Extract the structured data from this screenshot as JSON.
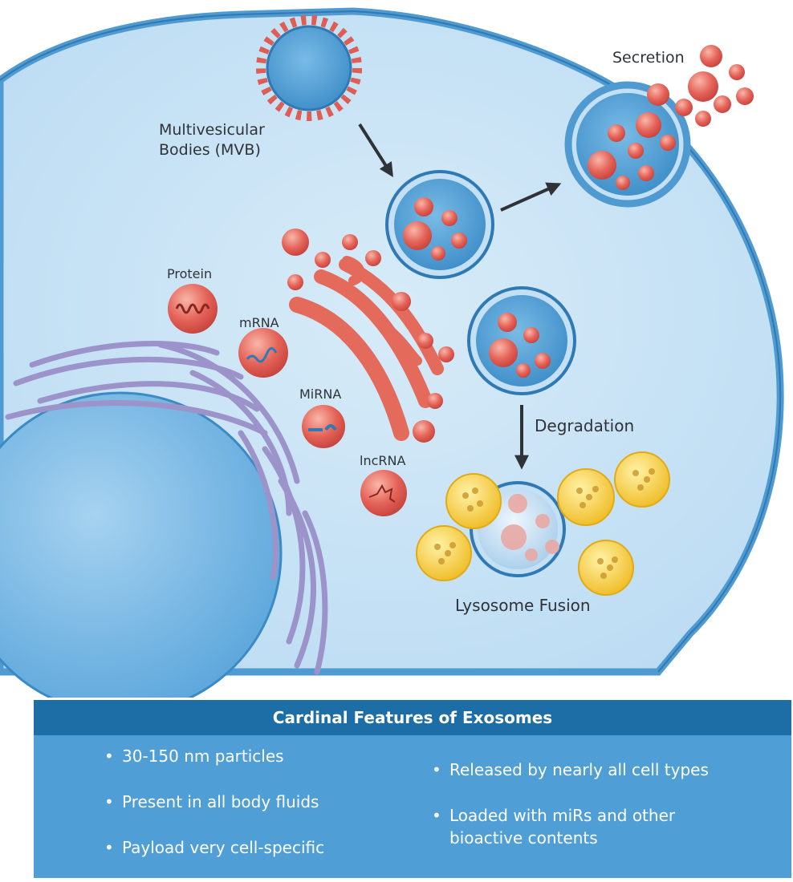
{
  "labels": {
    "secretion": "Secretion",
    "mvb_line1": "Multivesicular",
    "mvb_line2": "Bodies (MVB)",
    "protein": "Protein",
    "mrna": "mRNA",
    "mirna": "MiRNA",
    "lncrna": "lncRNA",
    "degradation": "Degradation",
    "lysosome_fusion": "Lysosome Fusion"
  },
  "panel": {
    "title": "Cardinal Features of Exosomes",
    "left_items": [
      "30-150 nm particles",
      "Present in all body fluids",
      "Payload very cell-specific"
    ],
    "right_items": [
      "Released by nearly all cell types",
      "Loaded with miRs and other",
      "bioactive contents"
    ]
  },
  "colors": {
    "cell_fill": "#c4e0f4",
    "membrane": "#4f9ad0",
    "vesicle_fill": "#4f9fd6",
    "exosome": "#e05d55",
    "lysosome": "#f2c53a",
    "er": "#a8a1d0",
    "panel_header": "#1d6da7",
    "panel_body": "#4f9fd6"
  }
}
